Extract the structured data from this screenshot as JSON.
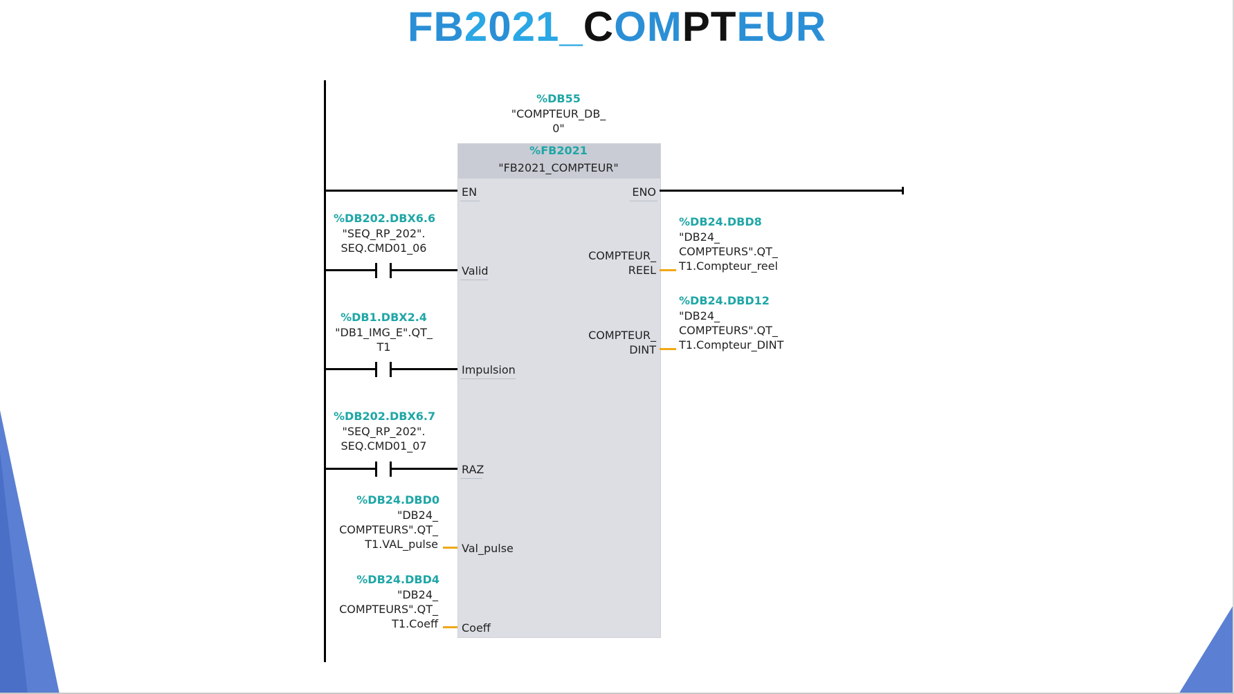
{
  "title_parts": [
    {
      "text": "FB",
      "color": "#2b8fd6"
    },
    {
      "text": "2",
      "color": "#2aa7e4"
    },
    {
      "text": "0",
      "color": "#2b8fd6"
    },
    {
      "text": "21_",
      "color": "#2aa7e4"
    },
    {
      "text": "C",
      "color": "#111111"
    },
    {
      "text": "OM",
      "color": "#2b8fd6"
    },
    {
      "text": "PT",
      "color": "#111111"
    },
    {
      "text": "EUR",
      "color": "#2b8fd6"
    }
  ],
  "colors": {
    "accent": "#1fa6a6",
    "output_wire": "#f0a818",
    "block": "#dcdee3",
    "corner": "#5b7fd2"
  },
  "instance": {
    "address": "%DB55",
    "name_line1": "\"COMPTEUR_DB_",
    "name_line2": "0\""
  },
  "block": {
    "address": "%FB2021",
    "name": "\"FB2021_COMPTEUR\""
  },
  "pins": {
    "en": "EN",
    "eno": "ENO",
    "valid": "Valid",
    "impulsion": "Impulsion",
    "raz": "RAZ",
    "val_pulse": "Val_pulse",
    "coeff": "Coeff",
    "cpt_reel_1": "COMPTEUR_",
    "cpt_reel_2": "REEL",
    "cpt_dint_1": "COMPTEUR_",
    "cpt_dint_2": "DINT"
  },
  "operands": {
    "valid": {
      "address": "%DB202.DBX6.6",
      "l1": "\"SEQ_RP_202\".",
      "l2": "SEQ.CMD01_06"
    },
    "impulsion": {
      "address": "%DB1.DBX2.4",
      "l1": "\"DB1_IMG_E\".QT_",
      "l2": "T1"
    },
    "raz": {
      "address": "%DB202.DBX6.7",
      "l1": "\"SEQ_RP_202\".",
      "l2": "SEQ.CMD01_07"
    },
    "val_pulse": {
      "address": "%DB24.DBD0",
      "l1": "\"DB24_",
      "l2": "COMPTEURS\".QT_",
      "l3": "T1.VAL_pulse"
    },
    "coeff": {
      "address": "%DB24.DBD4",
      "l1": "\"DB24_",
      "l2": "COMPTEURS\".QT_",
      "l3": "T1.Coeff"
    },
    "cpt_reel": {
      "address": "%DB24.DBD8",
      "l1": "\"DB24_",
      "l2": "COMPTEURS\".QT_",
      "l3": "T1.Compteur_reel"
    },
    "cpt_dint": {
      "address": "%DB24.DBD12",
      "l1": "\"DB24_",
      "l2": "COMPTEURS\".QT_",
      "l3": "T1.Compteur_DINT"
    }
  }
}
